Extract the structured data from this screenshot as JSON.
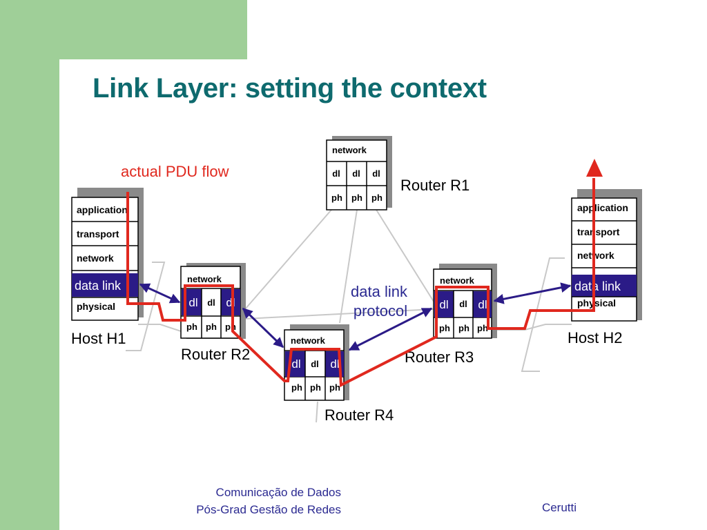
{
  "slide": {
    "title": "Link Layer: setting the context",
    "footer_line1": "Comunicação de Dados",
    "footer_line2": "Pós-Grad Gestão de Redes",
    "footer_author": "Cerutti"
  },
  "diagram": {
    "pdu_flow_label": "actual PDU flow",
    "protocol_label_line1": "data link",
    "protocol_label_line2": "protocol",
    "host_h1": {
      "name": "Host H1",
      "layers": [
        "application",
        "transport",
        "network",
        "data link",
        "physical"
      ]
    },
    "host_h2": {
      "name": "Host H2",
      "layers": [
        "application",
        "transport",
        "network",
        "data link",
        "physical"
      ]
    },
    "router_r1": {
      "name": "Router R1",
      "network": "network",
      "dl": [
        "dl",
        "dl",
        "dl"
      ],
      "ph": [
        "ph",
        "ph",
        "ph"
      ]
    },
    "router_r2": {
      "name": "Router R2",
      "network": "network",
      "dl": [
        "dl",
        "dl",
        "dl"
      ],
      "ph": [
        "ph",
        "ph",
        "ph"
      ]
    },
    "router_r3": {
      "name": "Router R3",
      "network": "network",
      "dl": [
        "dl",
        "dl",
        "dl"
      ],
      "ph": [
        "ph",
        "ph",
        "ph"
      ]
    },
    "router_r4": {
      "name": "Router R4",
      "network": "network",
      "dl": [
        "dl",
        "dl",
        "dl"
      ],
      "ph": [
        "ph",
        "ph",
        "ph"
      ]
    },
    "colors": {
      "flow": "#e0281e",
      "highlight": "#2b1b87",
      "link": "#c8c8c8",
      "shadow": "#8a8a8a",
      "title": "#0e6a6e",
      "label": "#2b2a91"
    }
  }
}
